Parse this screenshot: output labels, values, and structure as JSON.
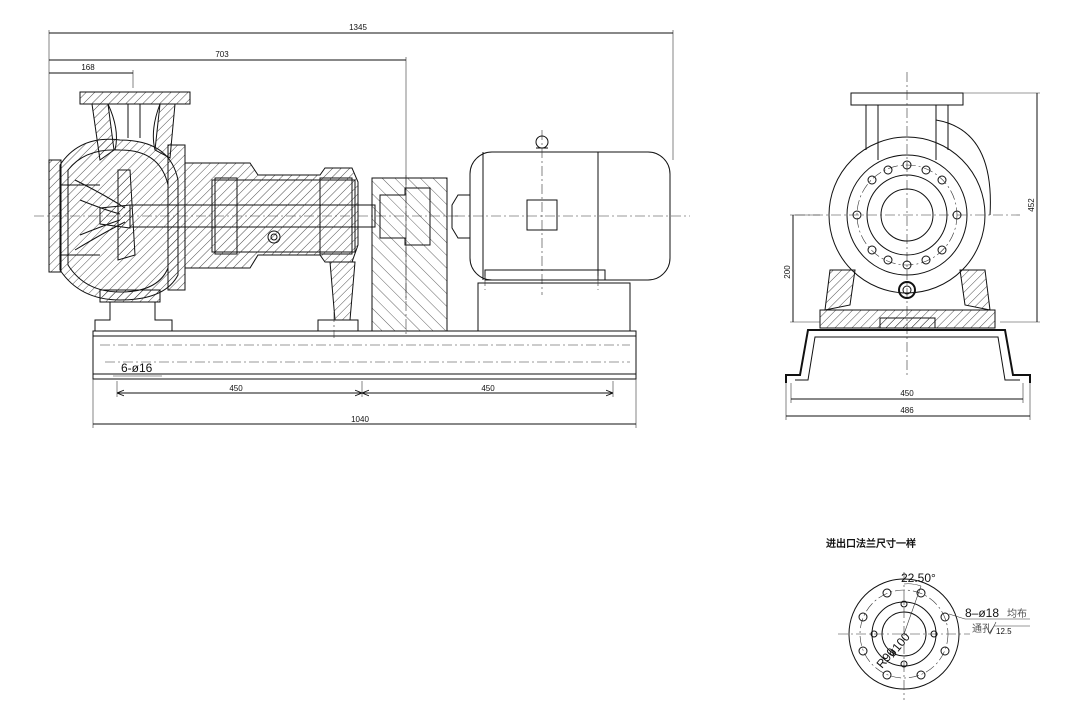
{
  "side_view": {
    "dims": {
      "overall_length": "1345",
      "coupling_position": "703",
      "suction_offset": "168",
      "base_spacing_left": "450",
      "base_spacing_right": "450",
      "base_length": "1040",
      "base_holes": "6-ø16"
    }
  },
  "end_view": {
    "dims": {
      "total_height": "452",
      "shaft_height": "200",
      "foot_width": "450",
      "base_width": "486"
    }
  },
  "flange_detail": {
    "caption": "进出口法兰尺寸一样",
    "bolt_angle": "22.50°",
    "bolt_spec": "8–ø18",
    "bolt_spec_suffix": "均布",
    "through_hole_label": "通孔",
    "roughness": "12.5",
    "pcd_label": "ø100",
    "radius_label": "R90"
  }
}
